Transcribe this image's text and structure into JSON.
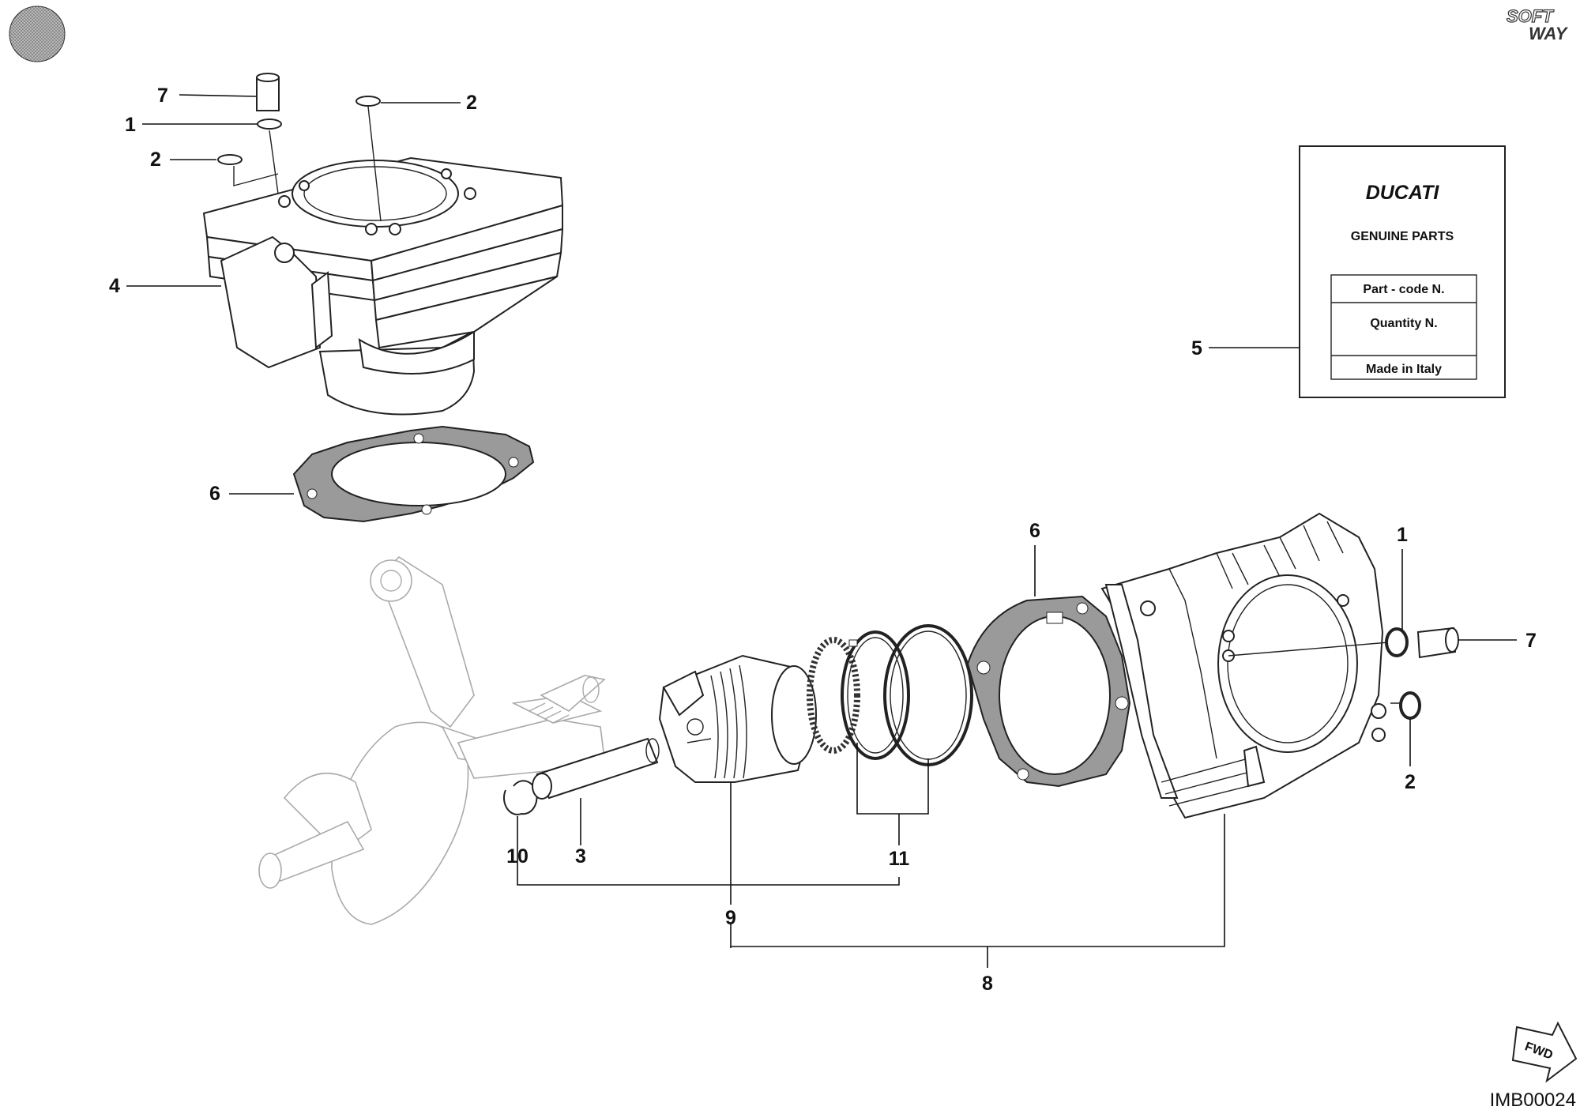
{
  "callouts": {
    "c7_top": "7",
    "c1_top": "1",
    "c2_top_left": "2",
    "c2_top_right": "2",
    "c4": "4",
    "c6_top": "6",
    "c5": "5",
    "c6_mid": "6",
    "c1_right": "1",
    "c7_right": "7",
    "c2_right": "2",
    "c10": "10",
    "c3": "3",
    "c11": "11",
    "c9": "9",
    "c8": "8"
  },
  "label_box": {
    "brand": "DUCATI",
    "subtitle": "GENUINE PARTS",
    "row1": "Part - code N.",
    "row2": "Quantity N.",
    "row3": "Made in Italy"
  },
  "logo_text": {
    "line1": "SOFT",
    "line2": "WAY"
  },
  "fwd_label": "FWD",
  "drawing_code": "IMB00024",
  "icons": {
    "top_left": "half-disc-icon",
    "bottom_right": "fwd-arrow-icon"
  }
}
